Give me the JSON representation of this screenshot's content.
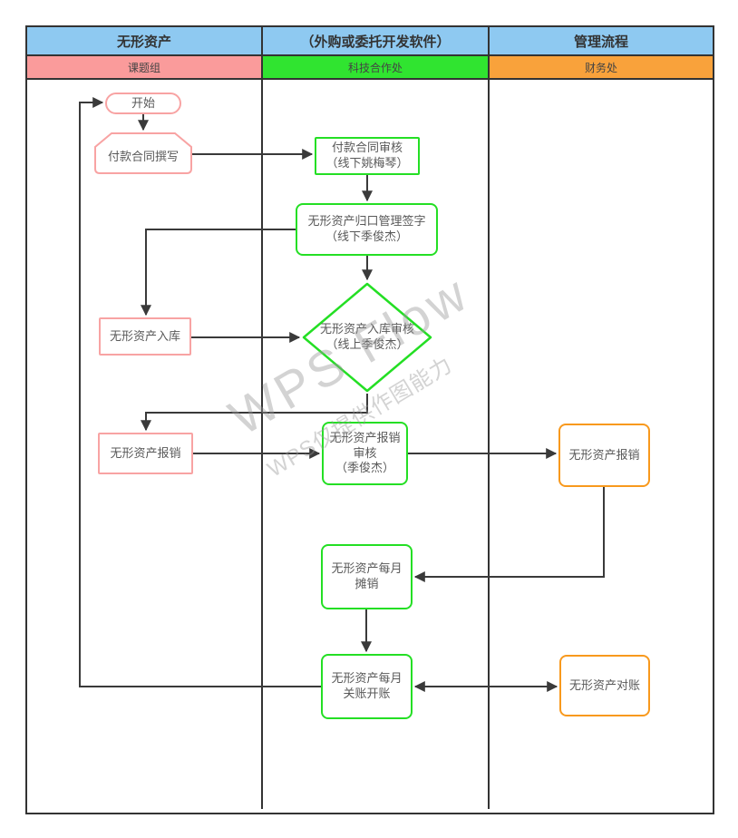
{
  "lanes": [
    {
      "title": "无形资产",
      "dept": "课题组"
    },
    {
      "title": "（外购或委托开发软件）",
      "dept": "科技合作处"
    },
    {
      "title": "管理流程",
      "dept": "财务处"
    }
  ],
  "nodes": {
    "start": {
      "label": "开始"
    },
    "contract_write": {
      "label": "付款合同撰写"
    },
    "contract_review": {
      "line1": "付款合同审核",
      "line2": "（线下姚梅琴）"
    },
    "sign_off": {
      "line1": "无形资产归口管理签字",
      "line2": "（线下季俊杰）"
    },
    "storage_review": {
      "line1": "无形资产入库审核",
      "line2": "（线上季俊杰）"
    },
    "storage": {
      "label": "无形资产入库"
    },
    "reimburse": {
      "label": "无形资产报销"
    },
    "reimburse_review": {
      "line1": "无形资产报销",
      "line2": "审核",
      "line3": "（季俊杰）"
    },
    "reimburse_finance": {
      "label": "无形资产报销"
    },
    "amortize": {
      "line1": "无形资产每月",
      "line2": "摊销"
    },
    "monthly_closing": {
      "line1": "无形资产每月",
      "line2": "关账开账"
    },
    "reconcile": {
      "label": "无形资产对账"
    }
  },
  "watermark": {
    "brand": "WPS Flow",
    "note": "WPS仅提供作图能力"
  },
  "colors": {
    "lane_header_bg": "#8EC9F1",
    "dept_group_bg": "#FA9B9B",
    "dept_tech_bg": "#30E430",
    "dept_finance_bg": "#F9A23B",
    "node_pink_border": "#F8A3A3",
    "node_green_border": "#24DF24",
    "node_orange_border": "#F8991D",
    "connector": "#3A3A3A",
    "lane_border": "#333333"
  }
}
